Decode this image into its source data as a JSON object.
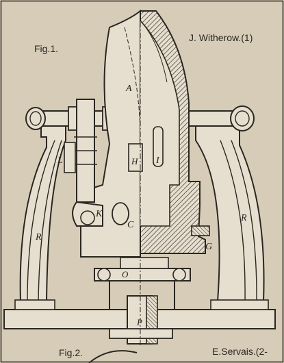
{
  "figure": {
    "fig1_label": "Fig.1.",
    "fig2_label": "Fig.2.",
    "author_top": "J. Witherow.(1)",
    "author_bottom": "E.Servais.(2-",
    "part_labels": [
      "A",
      "L",
      "H",
      "I",
      "K",
      "C",
      "R",
      "R",
      "G",
      "O",
      "P"
    ]
  },
  "colors": {
    "paper": "#d6ccb8",
    "ink": "#2a2620",
    "hatch": "#3a342b",
    "casting_light": "#e6dece"
  }
}
